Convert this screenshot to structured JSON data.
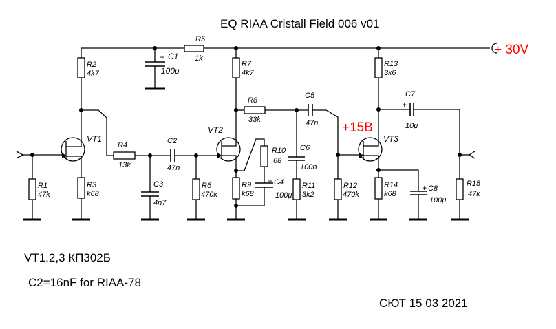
{
  "title": "EQ RIAA Cristall Field 006 v01",
  "supply_label": "+ 30V",
  "mid_voltage_label": "+15B",
  "notes": {
    "transistors": "VT1,2,3 КП302Б",
    "c2_option": "C2=16nF for  RIAA-78",
    "signature": "СЮТ 15 03 2021"
  },
  "colors": {
    "wire": "#000000",
    "voltage_labels": "#ff0000",
    "background": "#ffffff"
  },
  "components": {
    "R1": {
      "ref": "R1",
      "value": "47k"
    },
    "R2": {
      "ref": "R2",
      "value": "4k7"
    },
    "R3": {
      "ref": "R3",
      "value": "k68"
    },
    "R4": {
      "ref": "R4",
      "value": "13k"
    },
    "R5": {
      "ref": "R5",
      "value": "1k"
    },
    "R6": {
      "ref": "R6",
      "value": "470k"
    },
    "R7": {
      "ref": "R7",
      "value": "4k7"
    },
    "R8": {
      "ref": "R8",
      "value": "33k"
    },
    "R9": {
      "ref": "R9",
      "value": "k68"
    },
    "R10": {
      "ref": "R10",
      "value": "68"
    },
    "R11": {
      "ref": "R11",
      "value": "3k2"
    },
    "R12": {
      "ref": "R12",
      "value": "470k"
    },
    "R13": {
      "ref": "R13",
      "value": "3к6"
    },
    "R14": {
      "ref": "R14",
      "value": "k68"
    },
    "R15": {
      "ref": "R15",
      "value": "47к"
    },
    "C1": {
      "ref": "C1",
      "value": "100μ",
      "polarity": "+"
    },
    "C2": {
      "ref": "C2",
      "value": "47n"
    },
    "C3": {
      "ref": "C3",
      "value": "4n7"
    },
    "C4": {
      "ref": "C4",
      "value": "100μ",
      "polarity": "+"
    },
    "C5": {
      "ref": "C5",
      "value": "47n"
    },
    "C6": {
      "ref": "C6",
      "value": "100n"
    },
    "C7": {
      "ref": "C7",
      "value": "10μ",
      "polarity": "+"
    },
    "C8": {
      "ref": "C8",
      "value": "100μ",
      "polarity": "+"
    },
    "VT1": {
      "ref": "VT1"
    },
    "VT2": {
      "ref": "VT2"
    },
    "VT3": {
      "ref": "VT3"
    }
  }
}
